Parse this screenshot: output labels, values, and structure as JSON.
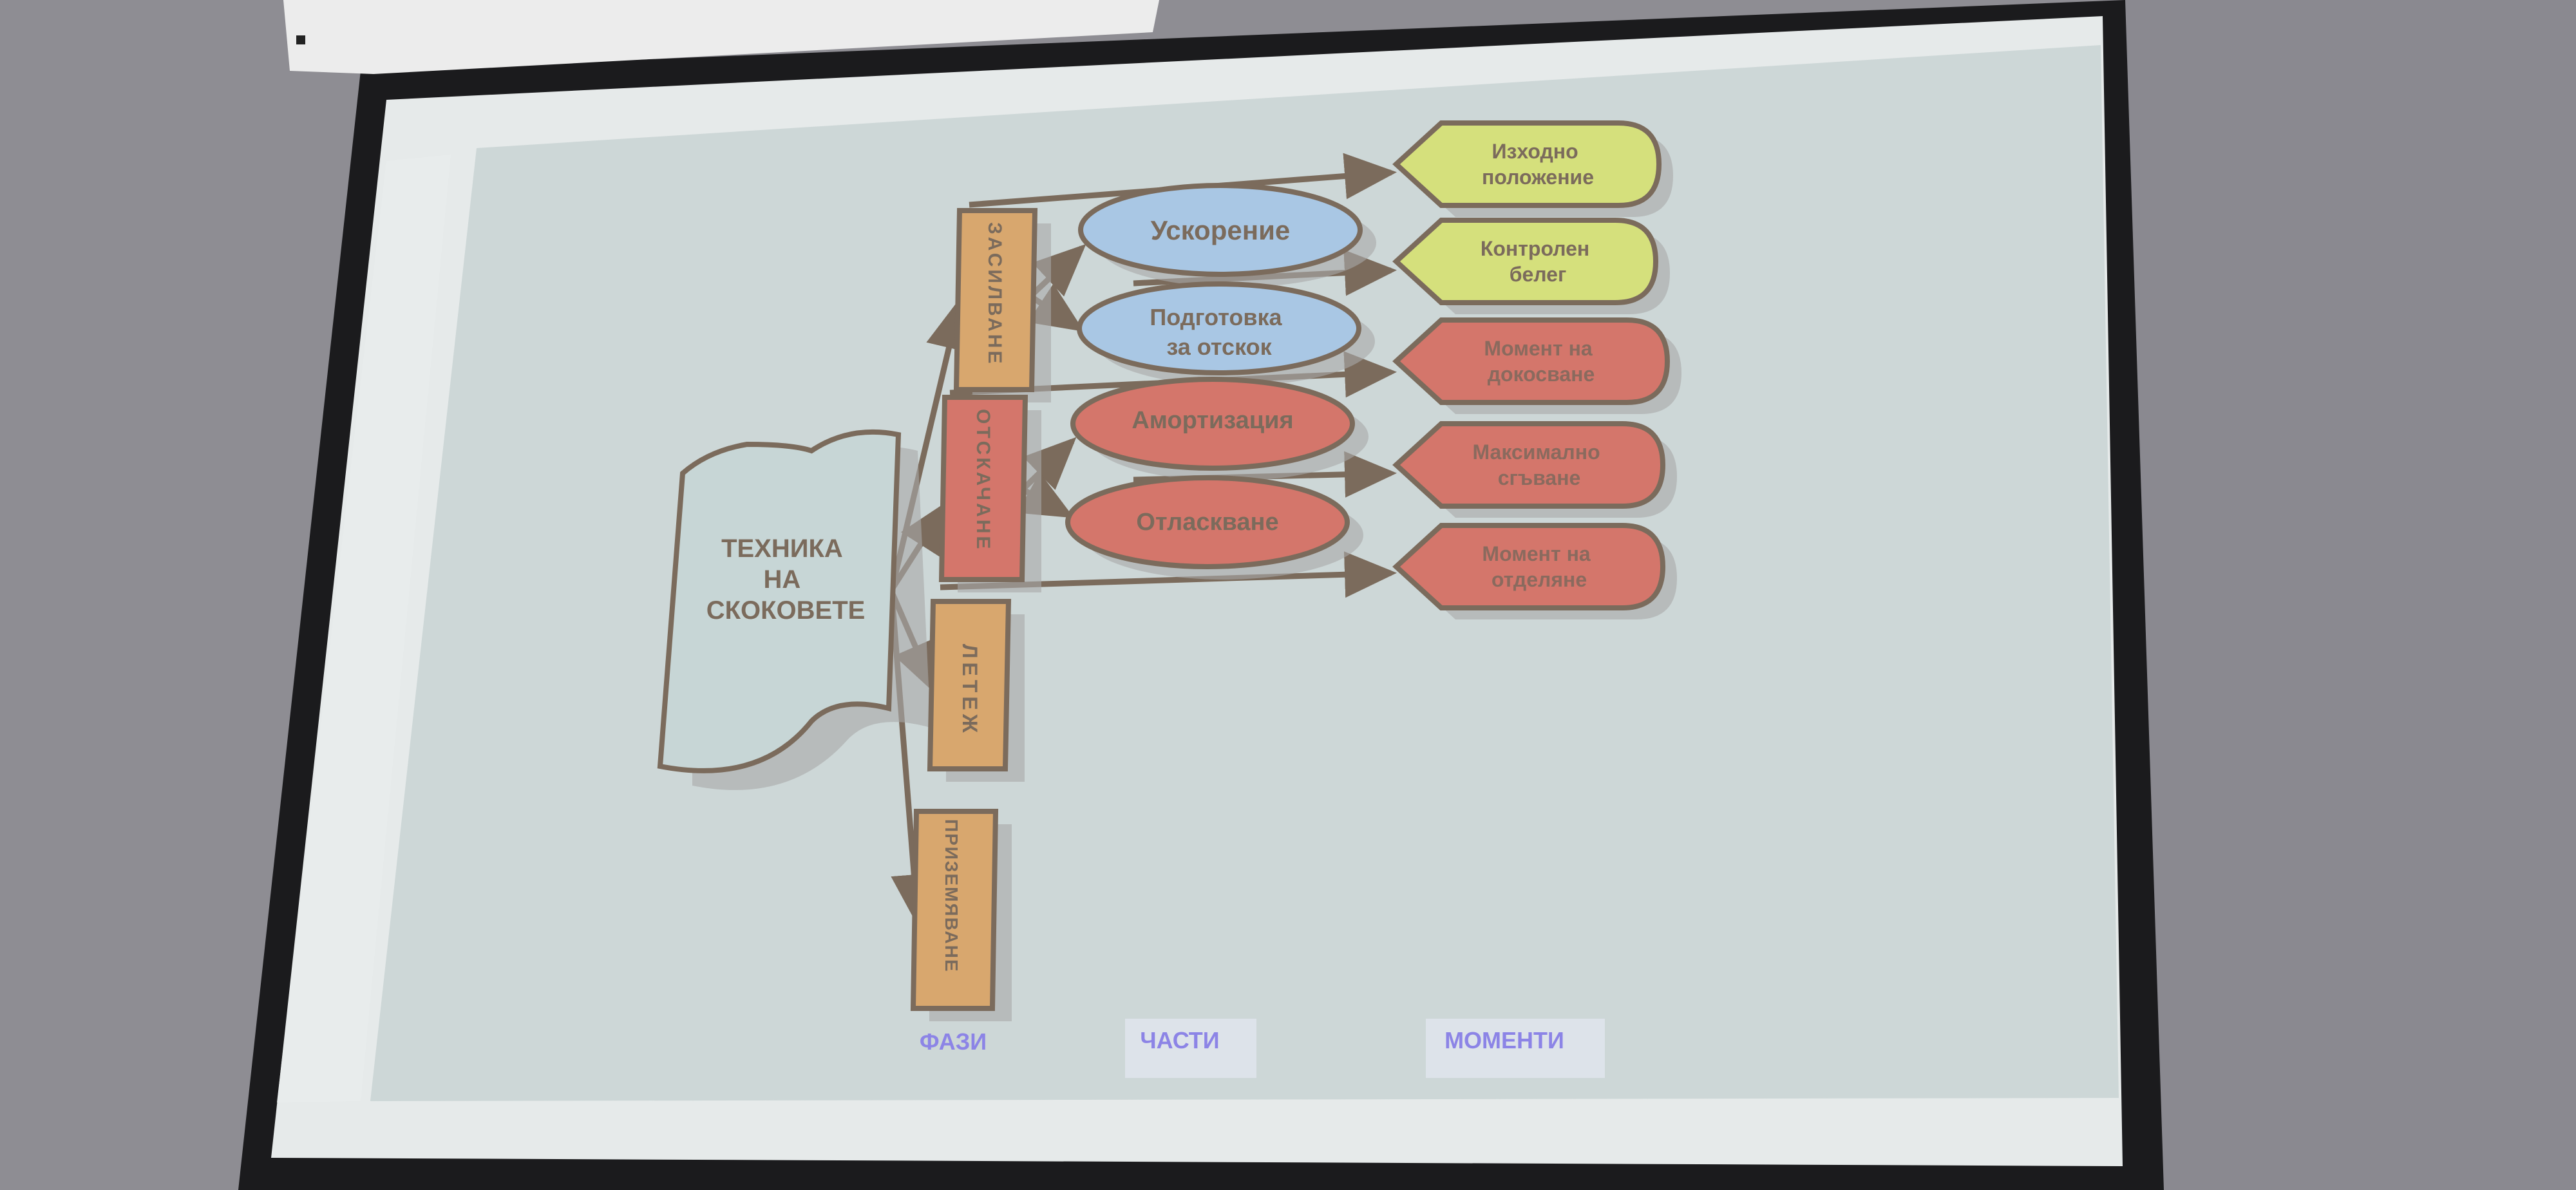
{
  "diagram": {
    "root": {
      "lines": [
        "ТЕХНИКА",
        "НА",
        "СКОКОВЕТЕ"
      ]
    },
    "phases": [
      {
        "label": "ЗАСИЛВАНЕ",
        "color": "#d8a76e"
      },
      {
        "label": "ОТСКАЧАНЕ",
        "color": "#d4766b"
      },
      {
        "label": "ЛЕТЕЖ",
        "color": "#d8a76e"
      },
      {
        "label": "ПРИЗЕМЯВАНЕ",
        "color": "#d8a76e"
      }
    ],
    "parts": [
      {
        "lines": [
          "Ускорение"
        ],
        "color": "#a9c7e4"
      },
      {
        "lines": [
          "Подготовка",
          "за отскок"
        ],
        "color": "#a9c7e4"
      },
      {
        "lines": [
          "Амортизация"
        ],
        "color": "#d4766b"
      },
      {
        "lines": [
          "Отласкване"
        ],
        "color": "#d4766b"
      }
    ],
    "moments": [
      {
        "lines": [
          "Изходно",
          "положение"
        ],
        "color": "#d5e07c"
      },
      {
        "lines": [
          "Контролен",
          "белег"
        ],
        "color": "#d5e07c"
      },
      {
        "lines": [
          "Момент на",
          "докосване"
        ],
        "color": "#d4766b"
      },
      {
        "lines": [
          "Максимално",
          "сгъване"
        ],
        "color": "#d4766b"
      },
      {
        "lines": [
          "Момент на",
          "отделяне"
        ],
        "color": "#d4766b"
      }
    ],
    "column_labels": {
      "phases": "ФАЗИ",
      "parts": "ЧАСТИ",
      "moments": "МОМЕНТИ"
    },
    "colors": {
      "outline": "#7b6b5c",
      "label": "#8c84e6",
      "slide_bg": "#cdd7d7"
    }
  }
}
